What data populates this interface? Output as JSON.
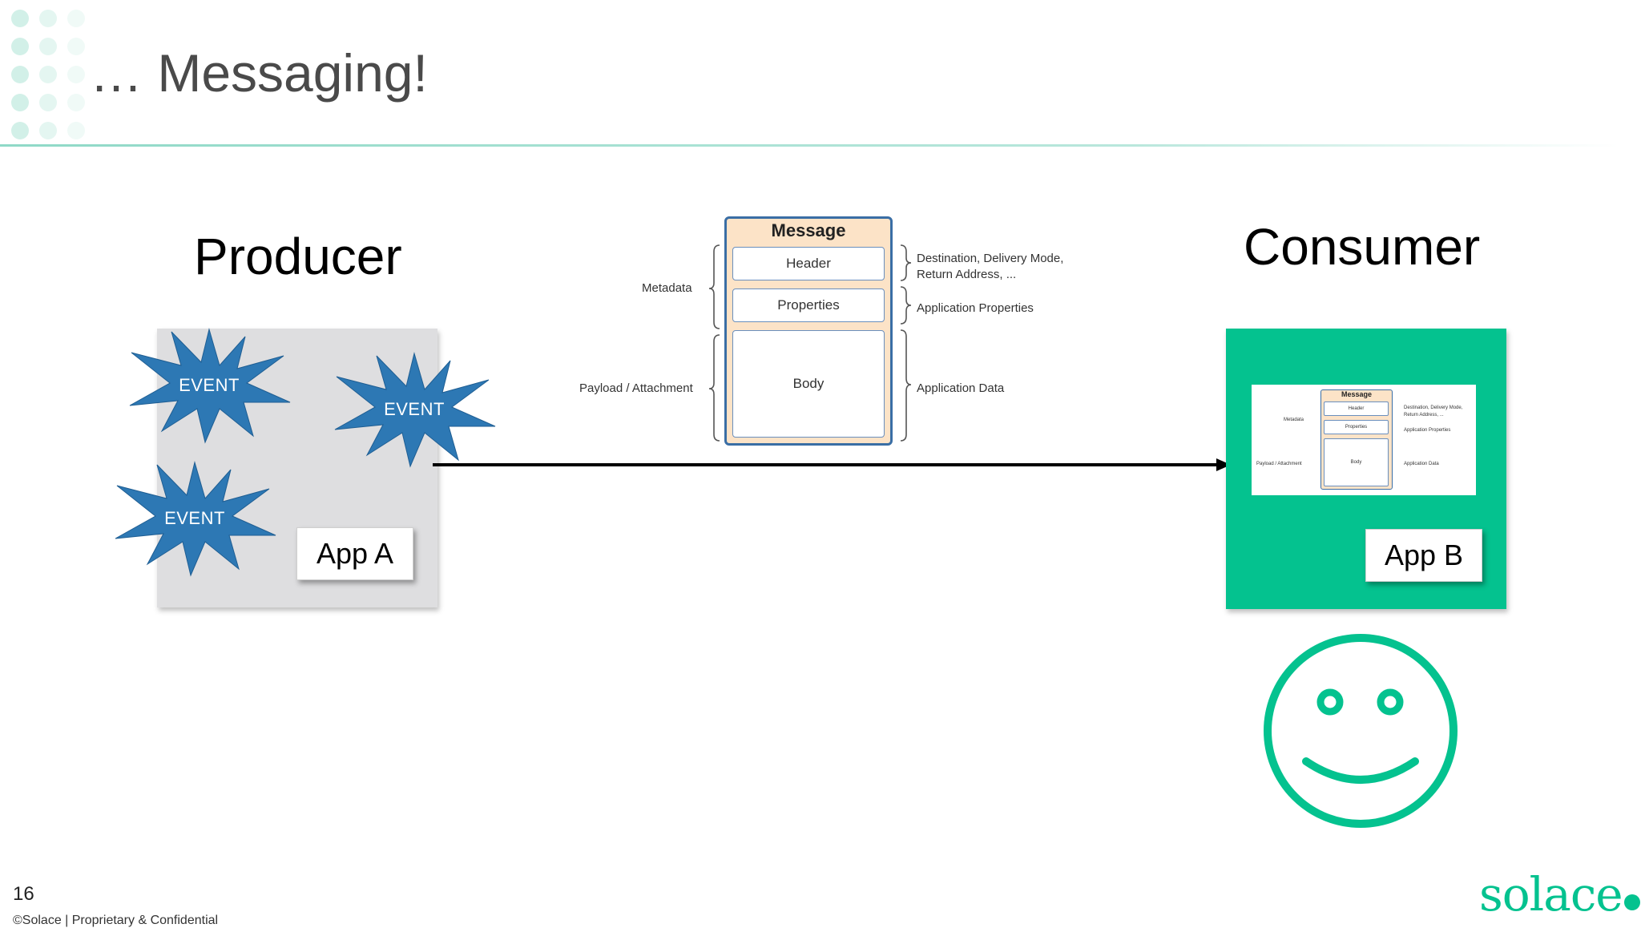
{
  "slide": {
    "title": "… Messaging!",
    "page_number": "16",
    "footer": "©Solace  |  Proprietary & Confidential",
    "logo_text": "solace"
  },
  "producer": {
    "heading": "Producer",
    "app_label": "App A",
    "events": [
      "EVENT",
      "EVENT",
      "EVENT"
    ]
  },
  "consumer": {
    "heading": "Consumer",
    "app_label": "App B"
  },
  "message_diagram": {
    "title": "Message",
    "header": "Header",
    "properties": "Properties",
    "body": "Body",
    "left_labels": {
      "metadata": "Metadata",
      "payload": "Payload / Attachment"
    },
    "right_labels": {
      "header_desc_line1": "Destination, Delivery Mode,",
      "header_desc_line2": "Return Address, ...",
      "properties_desc": "Application Properties",
      "body_desc": "Application Data"
    }
  },
  "colors": {
    "accent": "#04c28f",
    "event_star": "#2d78b4",
    "message_border": "#3a6ea5",
    "message_fill": "#fce3c7",
    "app_a_box": "#dedee0"
  },
  "icons": {
    "decor": "dot-grid-icon",
    "event": "starburst-icon",
    "consumer_status": "smiley-face-icon",
    "flow": "arrow-right-icon"
  }
}
